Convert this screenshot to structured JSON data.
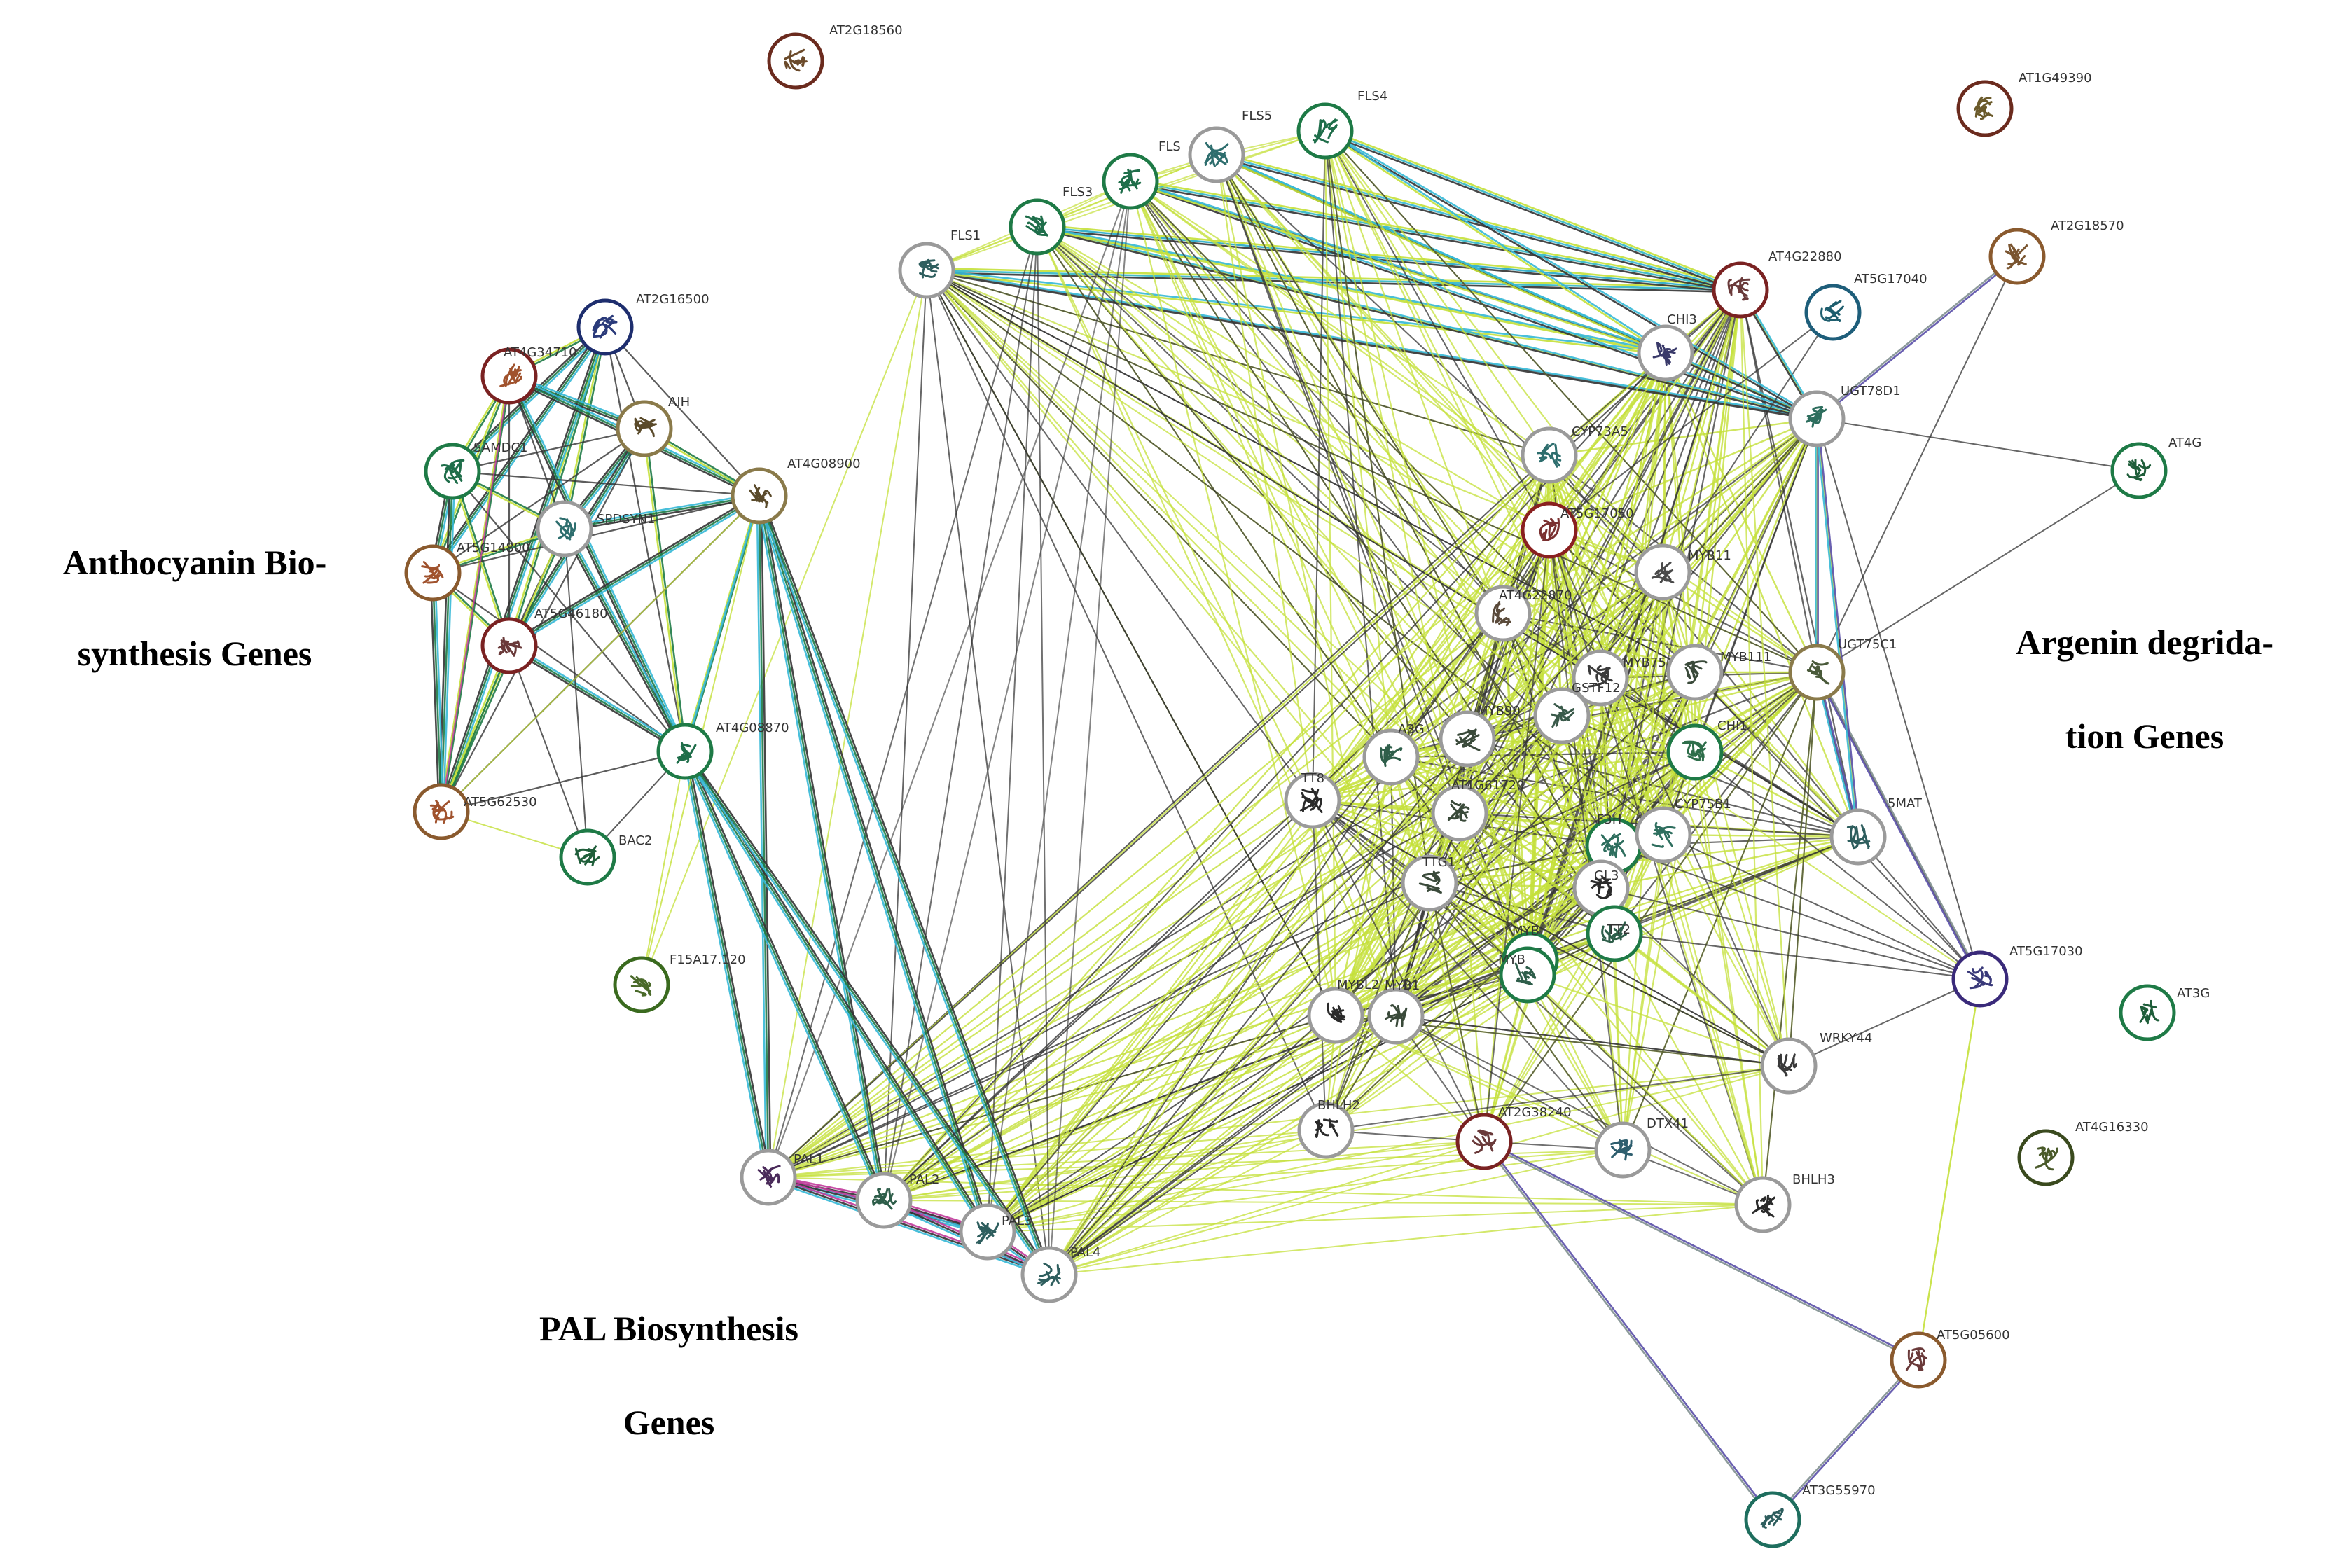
{
  "nodes": [
    {
      "id": "AT2G18560",
      "label": "AT2G18560",
      "ring": "#6b2b1e",
      "glyph": "#6b4a2a"
    },
    {
      "id": "AT1G49390",
      "label": "AT1G49390",
      "ring": "#6b2b1e",
      "glyph": "#6b5a2a"
    },
    {
      "id": "AT2G18570",
      "label": "AT2G18570",
      "ring": "#8a5a2e",
      "glyph": "#7a5530"
    },
    {
      "id": "FLS4",
      "label": "FLS4",
      "ring": "#1e7a46",
      "glyph": "#1f6e4a"
    },
    {
      "id": "FLS5",
      "label": "FLS5",
      "ring": "#9a9a9a",
      "glyph": "#2e6e6e"
    },
    {
      "id": "FLS_b",
      "label": "FLS",
      "ring": "#1e7a46",
      "glyph": "#1f6e4a"
    },
    {
      "id": "FLS3",
      "label": "FLS3",
      "ring": "#1e7a46",
      "glyph": "#1f6e4a"
    },
    {
      "id": "FLS1",
      "label": "FLS1",
      "ring": "#9a9a9a",
      "glyph": "#2e5e5e"
    },
    {
      "id": "AT4G22880",
      "label": "AT4G22880",
      "ring": "#7a2222",
      "glyph": "#6a3a3a"
    },
    {
      "id": "AT5G17040",
      "label": "AT5G17040",
      "ring": "#1e5e7a",
      "glyph": "#1e5e6e"
    },
    {
      "id": "CHI3",
      "label": "CHI3",
      "ring": "#9a9a9a",
      "glyph": "#3a3a6a"
    },
    {
      "id": "UGT78D1",
      "label": "UGT78D1",
      "ring": "#9a9a9a",
      "glyph": "#2e6e5e"
    },
    {
      "id": "AT4G_r",
      "label": "AT4G",
      "ring": "#1e7a46",
      "glyph": "#1f5e3a"
    },
    {
      "id": "CYP73A5",
      "label": "CYP73A5",
      "ring": "#9a9a9a",
      "glyph": "#2e6e6e"
    },
    {
      "id": "AT5G17050",
      "label": "AT5G17050",
      "ring": "#8a2020",
      "glyph": "#7a3030"
    },
    {
      "id": "MYB11",
      "label": "MYB11",
      "ring": "#9a9a9a",
      "glyph": "#4a4a4a"
    },
    {
      "id": "AT4G22870",
      "label": "AT4G22870",
      "ring": "#9a9a9a",
      "glyph": "#5a4a3a"
    },
    {
      "id": "MYB75",
      "label": "MYB75",
      "ring": "#9a9a9a",
      "glyph": "#3a3a3a"
    },
    {
      "id": "MYB111",
      "label": "MYB111",
      "ring": "#9a9a9a",
      "glyph": "#3a4a3a"
    },
    {
      "id": "UGT75C1",
      "label": "UGT75C1",
      "ring": "#8a7a4a",
      "glyph": "#4a5a3a"
    },
    {
      "id": "GSTF12",
      "label": "GSTF12",
      "ring": "#9a9a9a",
      "glyph": "#3a5a4a"
    },
    {
      "id": "CHI1",
      "label": "CHI1",
      "ring": "#1e7a46",
      "glyph": "#2e6e4a"
    },
    {
      "id": "MYB90",
      "label": "MYB90",
      "ring": "#9a9a9a",
      "glyph": "#3a4a3a"
    },
    {
      "id": "A3G",
      "label": "A3G",
      "ring": "#9a9a9a",
      "glyph": "#2e5e4a"
    },
    {
      "id": "TT8",
      "label": "TT8",
      "ring": "#9a9a9a",
      "glyph": "#2a2a2a"
    },
    {
      "id": "AT1G61720",
      "label": "AT1G61720",
      "ring": "#9a9a9a",
      "glyph": "#3a4a3a"
    },
    {
      "id": "F3H",
      "label": "F3H",
      "ring": "#1e7a46",
      "glyph": "#2e6e5e"
    },
    {
      "id": "CYP75B1",
      "label": "CYP75B1",
      "ring": "#9a9a9a",
      "glyph": "#2e6e5e"
    },
    {
      "id": "5MAT",
      "label": "5MAT",
      "ring": "#9a9a9a",
      "glyph": "#2e5e5e"
    },
    {
      "id": "TTG1",
      "label": "TTG1",
      "ring": "#9a9a9a",
      "glyph": "#3a4a3a"
    },
    {
      "id": "GL3",
      "label": "GL3",
      "ring": "#9a9a9a",
      "glyph": "#2a2a2a"
    },
    {
      "id": "TT2",
      "label": "TT2",
      "ring": "#1e7a46",
      "glyph": "#2e5e4a"
    },
    {
      "id": "MYB_a",
      "label": "MYB",
      "ring": "#1e7a46",
      "glyph": "#2e5e4a"
    },
    {
      "id": "MYBL2",
      "label": "MYBL2",
      "ring": "#9a9a9a",
      "glyph": "#2a2a2a"
    },
    {
      "id": "MYB1",
      "label": "MYB1",
      "ring": "#9a9a9a",
      "glyph": "#3a4a3a"
    },
    {
      "id": "MYB_b",
      "label": "MYB",
      "ring": "#1e7a46",
      "glyph": "#2e5e4a"
    },
    {
      "id": "AT5G17030",
      "label": "AT5G17030",
      "ring": "#3a2a7a",
      "glyph": "#3a3a7a"
    },
    {
      "id": "AT3G_r",
      "label": "AT3G",
      "ring": "#1e7a46",
      "glyph": "#1f5e3a"
    },
    {
      "id": "WRKY44",
      "label": "WRKY44",
      "ring": "#9a9a9a",
      "glyph": "#3a3a3a"
    },
    {
      "id": "AT4G16330",
      "label": "AT4G16330",
      "ring": "#3a4a1e",
      "glyph": "#4a5a2a"
    },
    {
      "id": "BHLH2",
      "label": "BHLH2",
      "ring": "#9a9a9a",
      "glyph": "#2a2a2a"
    },
    {
      "id": "AT2G38240",
      "label": "AT2G38240",
      "ring": "#7a2222",
      "glyph": "#6a3a3a"
    },
    {
      "id": "DTX41",
      "label": "DTX41",
      "ring": "#9a9a9a",
      "glyph": "#2e5e6e"
    },
    {
      "id": "BHLH3",
      "label": "BHLH3",
      "ring": "#9a9a9a",
      "glyph": "#2a2a2a"
    },
    {
      "id": "AT5G05600",
      "label": "AT5G05600",
      "ring": "#8a5a2e",
      "glyph": "#6a3a3a"
    },
    {
      "id": "AT3G55970",
      "label": "AT3G55970",
      "ring": "#1e6e5e",
      "glyph": "#2e5e5e"
    },
    {
      "id": "PAL1",
      "label": "PAL1",
      "ring": "#9a9a9a",
      "glyph": "#4a2a5a"
    },
    {
      "id": "PAL2",
      "label": "PAL2",
      "ring": "#9a9a9a",
      "glyph": "#2e5e4a"
    },
    {
      "id": "PAL3",
      "label": "PAL3",
      "ring": "#9a9a9a",
      "glyph": "#2e5e5e"
    },
    {
      "id": "PAL4",
      "label": "PAL4",
      "ring": "#9a9a9a",
      "glyph": "#2e5e5e"
    },
    {
      "id": "AT2G16500",
      "label": "AT2G16500",
      "ring": "#1e2e6e",
      "glyph": "#2a3a7a"
    },
    {
      "id": "AT4G34710",
      "label": "AT4G34710",
      "ring": "#7a2222",
      "glyph": "#a0522d"
    },
    {
      "id": "AIH",
      "label": "AIH",
      "ring": "#8a7a4a",
      "glyph": "#5a4a2a"
    },
    {
      "id": "SAMDC1",
      "label": "SAMDC1",
      "ring": "#1e7a46",
      "glyph": "#1f6e4a"
    },
    {
      "id": "SPDSYN1",
      "label": "SPDSYN1",
      "ring": "#9a9a9a",
      "glyph": "#2e6e6e"
    },
    {
      "id": "AT4G08900",
      "label": "AT4G08900",
      "ring": "#8a7a4a",
      "glyph": "#5a4a2a"
    },
    {
      "id": "AT5G14800",
      "label": "AT5G14800",
      "ring": "#8a5a2e",
      "glyph": "#a0522d"
    },
    {
      "id": "AT5G46180",
      "label": "AT5G46180",
      "ring": "#7a2222",
      "glyph": "#6a3a3a"
    },
    {
      "id": "AT4G08870",
      "label": "AT4G08870",
      "ring": "#1e7a46",
      "glyph": "#1f6e4a"
    },
    {
      "id": "AT5G62530",
      "label": "AT5G62530",
      "ring": "#8a5a2e",
      "glyph": "#a0522d"
    },
    {
      "id": "BAC2",
      "label": "BAC2",
      "ring": "#1e7a46",
      "glyph": "#1f5e3a"
    },
    {
      "id": "F15A17.120",
      "label": "F15A17.120",
      "ring": "#3a6a1e",
      "glyph": "#4a6a2a"
    }
  ],
  "group_labels": [
    {
      "lines": [
        "Anthocyanin Bio-",
        "synthesis Genes"
      ]
    },
    {
      "lines": [
        "Argenin degrida-",
        "tion Genes"
      ]
    },
    {
      "lines": [
        "PAL Biosynthesis",
        "Genes"
      ]
    }
  ],
  "edge_colors": {
    "text_mining": "#c4e03a",
    "coexpression": "#333333",
    "database": "#35b8d6",
    "experimental": "#c0389a",
    "neighborhood": "#5a4fa8",
    "cooccurrence": "#1e7a46",
    "fusion": "#7f8f8f"
  }
}
